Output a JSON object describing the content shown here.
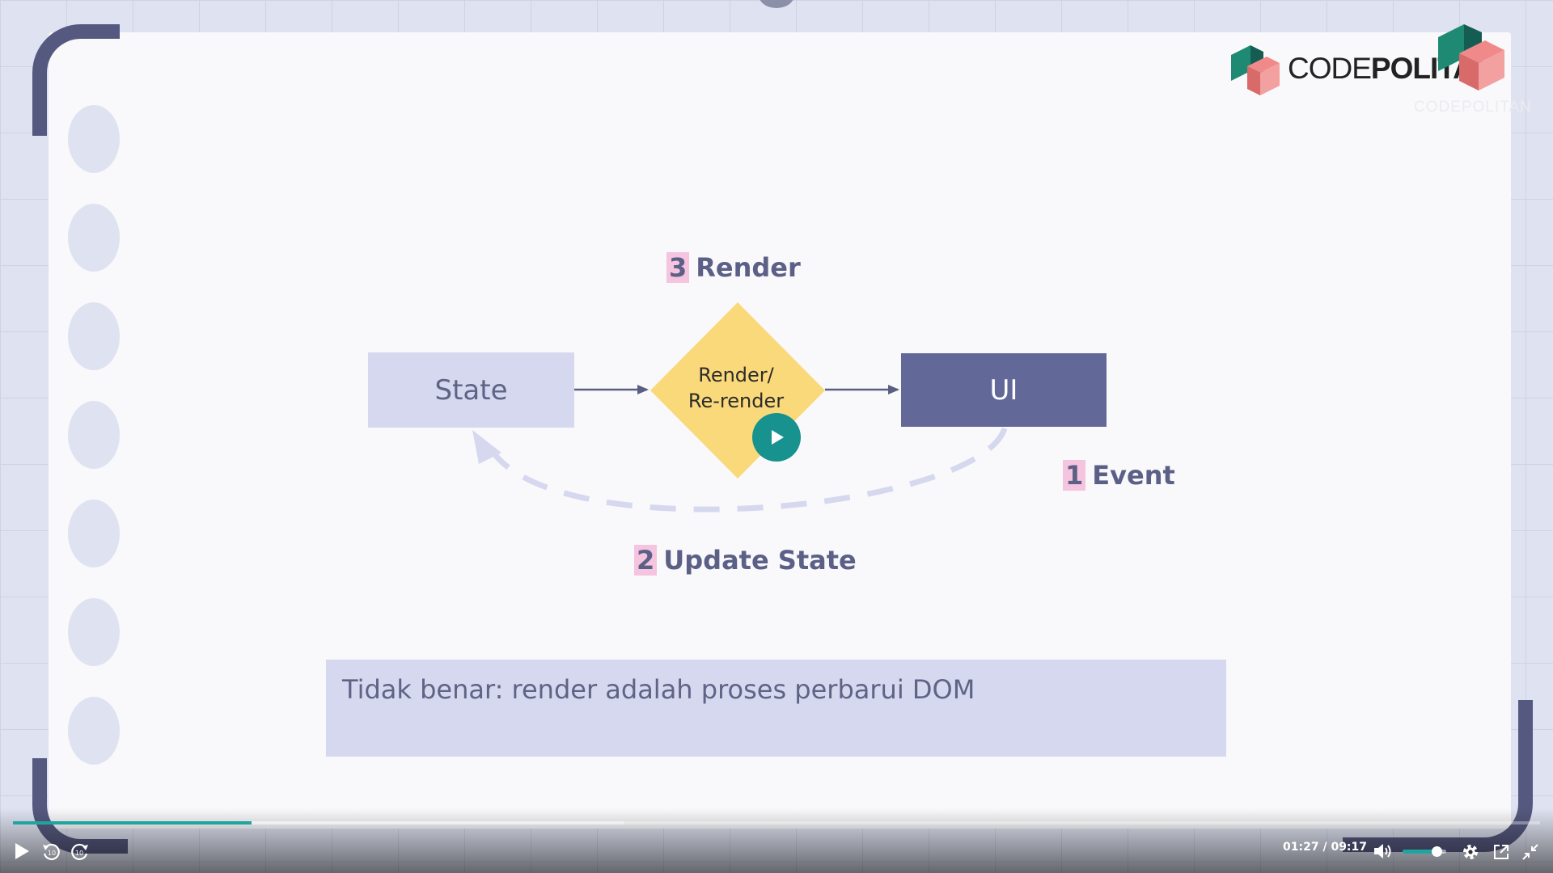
{
  "brand": {
    "logo_text_light": "CODE",
    "logo_text_bold": "POLITAN",
    "watermark": "CODEPOLITAN"
  },
  "diagram": {
    "state_label": "State",
    "diamond_line1": "Render/",
    "diamond_line2": "Re-render",
    "ui_label": "UI",
    "steps": [
      {
        "num": "3",
        "label": "Render"
      },
      {
        "num": "1",
        "label": "Event"
      },
      {
        "num": "2",
        "label": "Update State"
      }
    ],
    "colors": {
      "state": "#d5d8ee",
      "ui": "#626999",
      "diamond": "#fad97a",
      "accent": "#f5c4de"
    }
  },
  "note": {
    "text": "Tidak benar: render adalah proses perbarui DOM"
  },
  "player": {
    "current_time": "01:27",
    "duration": "09:17",
    "time_separator": "/",
    "progress_fraction": 0.156,
    "buffered_fraction": 0.4,
    "volume_fraction": 0.78,
    "accent_color": "#1fa4a0",
    "icons": [
      "play-icon",
      "rewind-10-icon",
      "forward-10-icon",
      "volume-icon",
      "settings-gear-icon",
      "popout-icon",
      "exit-fullscreen-icon"
    ]
  }
}
